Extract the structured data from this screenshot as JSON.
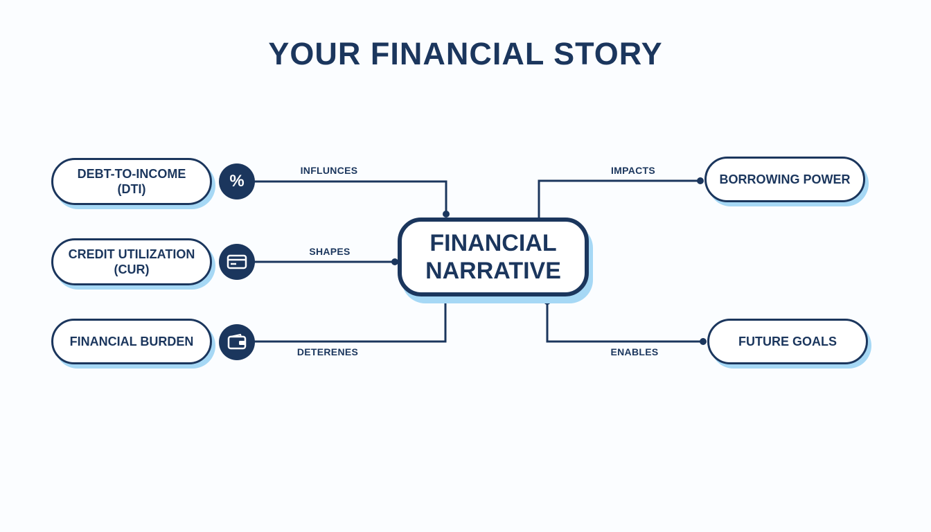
{
  "title": "YOUR FINANCIAL STORY",
  "center": {
    "line1": "FINANCIAL",
    "line2": "NARRATIVE"
  },
  "left_nodes": [
    {
      "line1": "DEBT-TO-INCOME",
      "line2": "(DTI)",
      "icon": "percent-icon",
      "edge_label": "INFLUNCES"
    },
    {
      "line1": "CREDIT UTILIZATION",
      "line2": "(CUR)",
      "icon": "credit-card-icon",
      "edge_label": "SHAPES"
    },
    {
      "line1": "FINANCIAL BURDEN",
      "line2": "",
      "icon": "wallet-icon",
      "edge_label": "DETERENES"
    }
  ],
  "right_nodes": [
    {
      "label": "BORROWING POWER",
      "edge_label": "IMPACTS"
    },
    {
      "label": "FUTURE GOALS",
      "edge_label": "ENABLES"
    }
  ],
  "icon_percent_glyph": "%",
  "colors": {
    "navy": "#1b365d",
    "shadow": "#a6d8f5",
    "background": "#fbfdff"
  }
}
